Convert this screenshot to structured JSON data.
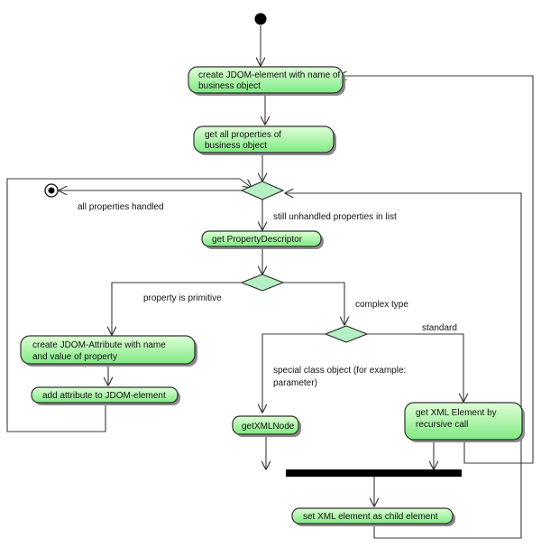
{
  "activities": {
    "create_element": [
      "create JDOM-element with name of",
      "business object"
    ],
    "get_properties": [
      "get all properties of",
      "business object"
    ],
    "get_descriptor": [
      "get PropertyDescriptor"
    ],
    "create_attribute": [
      "create JDOM-Attribute with name",
      "and value of property"
    ],
    "add_attribute": [
      "add attribute to JDOM-element"
    ],
    "get_xml_node": [
      "getXMLNode"
    ],
    "get_xml_element": [
      "get XML Element by",
      "recursive call"
    ],
    "set_child": [
      "set XML element as child element"
    ]
  },
  "guards": {
    "all_handled": "all properties handled",
    "still_unhandled": "still unhandled properties in list",
    "primitive": "property is primitive",
    "complex": "complex type",
    "standard": "standard",
    "special": [
      "special class object (for example:",
      "parameter)"
    ]
  },
  "colors": {
    "activity_fill_top": "#d8ffd0",
    "activity_fill_bottom": "#86ec88",
    "decision_fill": "#b4f0c4",
    "line": "#3a3a3a",
    "fork_bar": "#000000"
  }
}
